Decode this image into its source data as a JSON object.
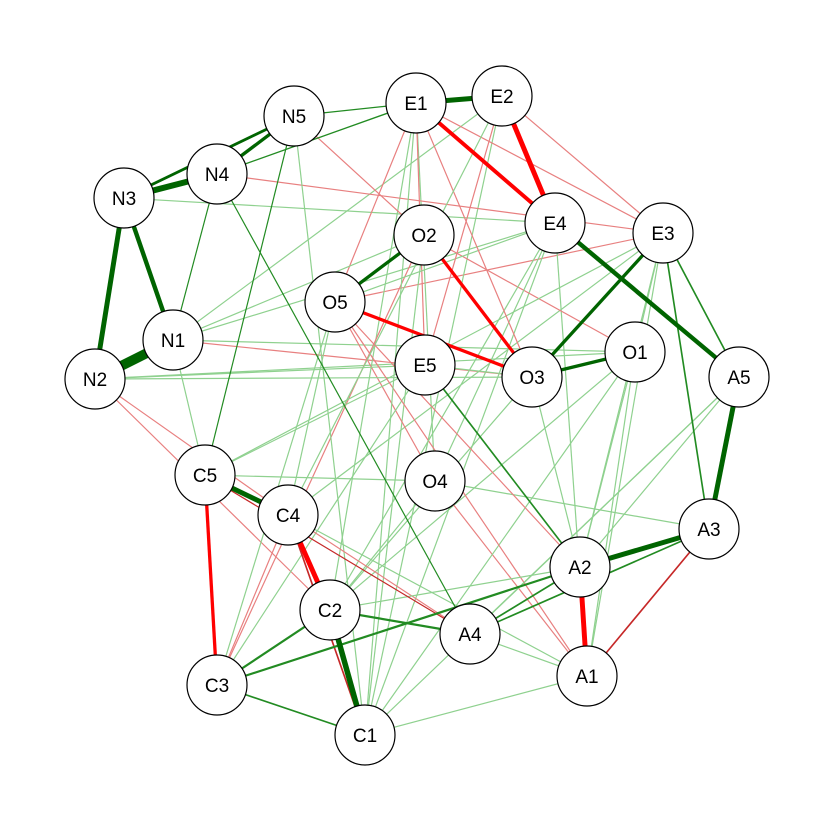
{
  "colors": {
    "positive_strong": "#006400",
    "positive": "#228B22",
    "positive_weak": "#8FD18F",
    "negative_strong": "#FF0000",
    "negative": "#C62828",
    "negative_weak": "#E88080"
  },
  "network": {
    "nodes": [
      {
        "id": "A1"
      },
      {
        "id": "A2"
      },
      {
        "id": "A3"
      },
      {
        "id": "A4"
      },
      {
        "id": "A5"
      },
      {
        "id": "C1"
      },
      {
        "id": "C2"
      },
      {
        "id": "C3"
      },
      {
        "id": "C4"
      },
      {
        "id": "C5"
      },
      {
        "id": "E1"
      },
      {
        "id": "E2"
      },
      {
        "id": "E3"
      },
      {
        "id": "E4"
      },
      {
        "id": "E5"
      },
      {
        "id": "N1"
      },
      {
        "id": "N2"
      },
      {
        "id": "N3"
      },
      {
        "id": "N4"
      },
      {
        "id": "N5"
      },
      {
        "id": "O1"
      },
      {
        "id": "O2"
      },
      {
        "id": "O3"
      },
      {
        "id": "O4"
      },
      {
        "id": "O5"
      }
    ],
    "edges": [
      {
        "source": "N1",
        "target": "N2",
        "weight": 0.9
      },
      {
        "source": "N3",
        "target": "N4",
        "weight": 0.55
      },
      {
        "source": "N2",
        "target": "N3",
        "weight": 0.45
      },
      {
        "source": "N1",
        "target": "N3",
        "weight": 0.4
      },
      {
        "source": "N4",
        "target": "N5",
        "weight": 0.3
      },
      {
        "source": "N3",
        "target": "N5",
        "weight": 0.25
      },
      {
        "source": "N5",
        "target": "E1",
        "weight": 0.12
      },
      {
        "source": "N4",
        "target": "E1",
        "weight": 0.12
      },
      {
        "source": "N4",
        "target": "N1",
        "weight": 0.1
      },
      {
        "source": "N3",
        "target": "E4",
        "weight": 0.06
      },
      {
        "source": "N1",
        "target": "O1",
        "weight": 0.06
      },
      {
        "source": "N1",
        "target": "O3",
        "weight": -0.06
      },
      {
        "source": "N2",
        "target": "O1",
        "weight": 0.06
      },
      {
        "source": "N2",
        "target": "C4",
        "weight": -0.08
      },
      {
        "source": "N2",
        "target": "C2",
        "weight": -0.06
      },
      {
        "source": "N4",
        "target": "A4",
        "weight": 0.1
      },
      {
        "source": "N4",
        "target": "E3",
        "weight": -0.08
      },
      {
        "source": "N5",
        "target": "O2",
        "weight": -0.08
      },
      {
        "source": "N5",
        "target": "C5",
        "weight": 0.1
      },
      {
        "source": "N5",
        "target": "C1",
        "weight": 0.08
      },
      {
        "source": "N1",
        "target": "E2",
        "weight": 0.06
      },
      {
        "source": "E1",
        "target": "E2",
        "weight": 0.45
      },
      {
        "source": "E2",
        "target": "E4",
        "weight": -0.45
      },
      {
        "source": "E1",
        "target": "E4",
        "weight": -0.35
      },
      {
        "source": "E2",
        "target": "E3",
        "weight": -0.08
      },
      {
        "source": "E4",
        "target": "A5",
        "weight": 0.4
      },
      {
        "source": "E3",
        "target": "O3",
        "weight": 0.3
      },
      {
        "source": "E3",
        "target": "A5",
        "weight": 0.15
      },
      {
        "source": "E3",
        "target": "A3",
        "weight": 0.15
      },
      {
        "source": "E3",
        "target": "A2",
        "weight": 0.08
      },
      {
        "source": "E3",
        "target": "O1",
        "weight": 0.06
      },
      {
        "source": "E3",
        "target": "C4",
        "weight": 0.06
      },
      {
        "source": "E3",
        "target": "O5",
        "weight": -0.06
      },
      {
        "source": "E4",
        "target": "O5",
        "weight": 0.07
      },
      {
        "source": "E4",
        "target": "C2",
        "weight": 0.08
      },
      {
        "source": "E4",
        "target": "N1",
        "weight": 0.06
      },
      {
        "source": "E4",
        "target": "A1",
        "weight": 0.06
      },
      {
        "source": "E4",
        "target": "C1",
        "weight": 0.06
      },
      {
        "source": "E5",
        "target": "O3",
        "weight": 0.06
      },
      {
        "source": "E1",
        "target": "O3",
        "weight": -0.08
      },
      {
        "source": "E1",
        "target": "E3",
        "weight": -0.08
      },
      {
        "source": "E1",
        "target": "C1",
        "weight": 0.08
      },
      {
        "source": "E1",
        "target": "C2",
        "weight": 0.06
      },
      {
        "source": "E1",
        "target": "O4",
        "weight": 0.06
      },
      {
        "source": "E1",
        "target": "O5",
        "weight": -0.06
      },
      {
        "source": "E1",
        "target": "E5",
        "weight": -0.06
      },
      {
        "source": "E2",
        "target": "C4",
        "weight": 0.08
      },
      {
        "source": "E2",
        "target": "C1",
        "weight": 0.06
      },
      {
        "source": "E2",
        "target": "E5",
        "weight": -0.08
      },
      {
        "source": "O5",
        "target": "O2",
        "weight": 0.3
      },
      {
        "source": "O5",
        "target": "O3",
        "weight": -0.3
      },
      {
        "source": "O2",
        "target": "O3",
        "weight": -0.3
      },
      {
        "source": "O3",
        "target": "O1",
        "weight": 0.3
      },
      {
        "source": "O2",
        "target": "O1",
        "weight": -0.06
      },
      {
        "source": "O2",
        "target": "C1",
        "weight": 0.06
      },
      {
        "source": "O2",
        "target": "C3",
        "weight": -0.06
      },
      {
        "source": "O2",
        "target": "N1",
        "weight": 0.06
      },
      {
        "source": "O5",
        "target": "C4",
        "weight": 0.08
      },
      {
        "source": "O5",
        "target": "C3",
        "weight": 0.06
      },
      {
        "source": "O5",
        "target": "A2",
        "weight": -0.08
      },
      {
        "source": "O5",
        "target": "O4",
        "weight": -0.06
      },
      {
        "source": "O1",
        "target": "A1",
        "weight": 0.06
      },
      {
        "source": "O1",
        "target": "A2",
        "weight": 0.06
      },
      {
        "source": "O1",
        "target": "C2",
        "weight": 0.06
      },
      {
        "source": "O3",
        "target": "C2",
        "weight": 0.06
      },
      {
        "source": "O3",
        "target": "A2",
        "weight": 0.06
      },
      {
        "source": "O3",
        "target": "N2",
        "weight": 0.06
      },
      {
        "source": "O4",
        "target": "C5",
        "weight": 0.08
      },
      {
        "source": "O4",
        "target": "C2",
        "weight": 0.08
      },
      {
        "source": "O4",
        "target": "A1",
        "weight": -0.06
      },
      {
        "source": "O4",
        "target": "A3",
        "weight": 0.06
      },
      {
        "source": "O4",
        "target": "E4",
        "weight": 0.06
      },
      {
        "source": "E5",
        "target": "A2",
        "weight": 0.15
      },
      {
        "source": "E5",
        "target": "C3",
        "weight": 0.06
      },
      {
        "source": "E5",
        "target": "N2",
        "weight": 0.06
      },
      {
        "source": "E5",
        "target": "C5",
        "weight": 0.06
      },
      {
        "source": "C5",
        "target": "C4",
        "weight": 0.45
      },
      {
        "source": "C4",
        "target": "C2",
        "weight": -0.45
      },
      {
        "source": "C2",
        "target": "C1",
        "weight": 0.5
      },
      {
        "source": "C5",
        "target": "C3",
        "weight": -0.3
      },
      {
        "source": "C3",
        "target": "C2",
        "weight": 0.2
      },
      {
        "source": "C4",
        "target": "C1",
        "weight": -0.15
      },
      {
        "source": "C3",
        "target": "C1",
        "weight": 0.15
      },
      {
        "source": "C2",
        "target": "A4",
        "weight": 0.2
      },
      {
        "source": "C3",
        "target": "A2",
        "weight": 0.2
      },
      {
        "source": "C5",
        "target": "A4",
        "weight": -0.1
      },
      {
        "source": "C4",
        "target": "A4",
        "weight": -0.08
      },
      {
        "source": "C4",
        "target": "A1",
        "weight": 0.06
      },
      {
        "source": "C4",
        "target": "C3",
        "weight": -0.08
      },
      {
        "source": "C1",
        "target": "A1",
        "weight": 0.06
      },
      {
        "source": "C1",
        "target": "A5",
        "weight": 0.06
      },
      {
        "source": "C1",
        "target": "O1",
        "weight": 0.06
      },
      {
        "source": "C5",
        "target": "N1",
        "weight": 0.06
      },
      {
        "source": "C5",
        "target": "E3",
        "weight": 0.06
      },
      {
        "source": "A2",
        "target": "A3",
        "weight": 0.45
      },
      {
        "source": "A2",
        "target": "A1",
        "weight": -0.45
      },
      {
        "source": "A3",
        "target": "A5",
        "weight": 0.45
      },
      {
        "source": "A4",
        "target": "A2",
        "weight": 0.15
      },
      {
        "source": "A4",
        "target": "A3",
        "weight": 0.15
      },
      {
        "source": "A1",
        "target": "A3",
        "weight": -0.15
      },
      {
        "source": "A4",
        "target": "A5",
        "weight": 0.08
      },
      {
        "source": "A4",
        "target": "A1",
        "weight": 0.06
      },
      {
        "source": "A1",
        "target": "E3",
        "weight": 0.06
      },
      {
        "source": "A2",
        "target": "A5",
        "weight": 0.06
      },
      {
        "source": "A2",
        "target": "C2",
        "weight": 0.08
      },
      {
        "source": "A1",
        "target": "O5",
        "weight": -0.06
      }
    ]
  }
}
